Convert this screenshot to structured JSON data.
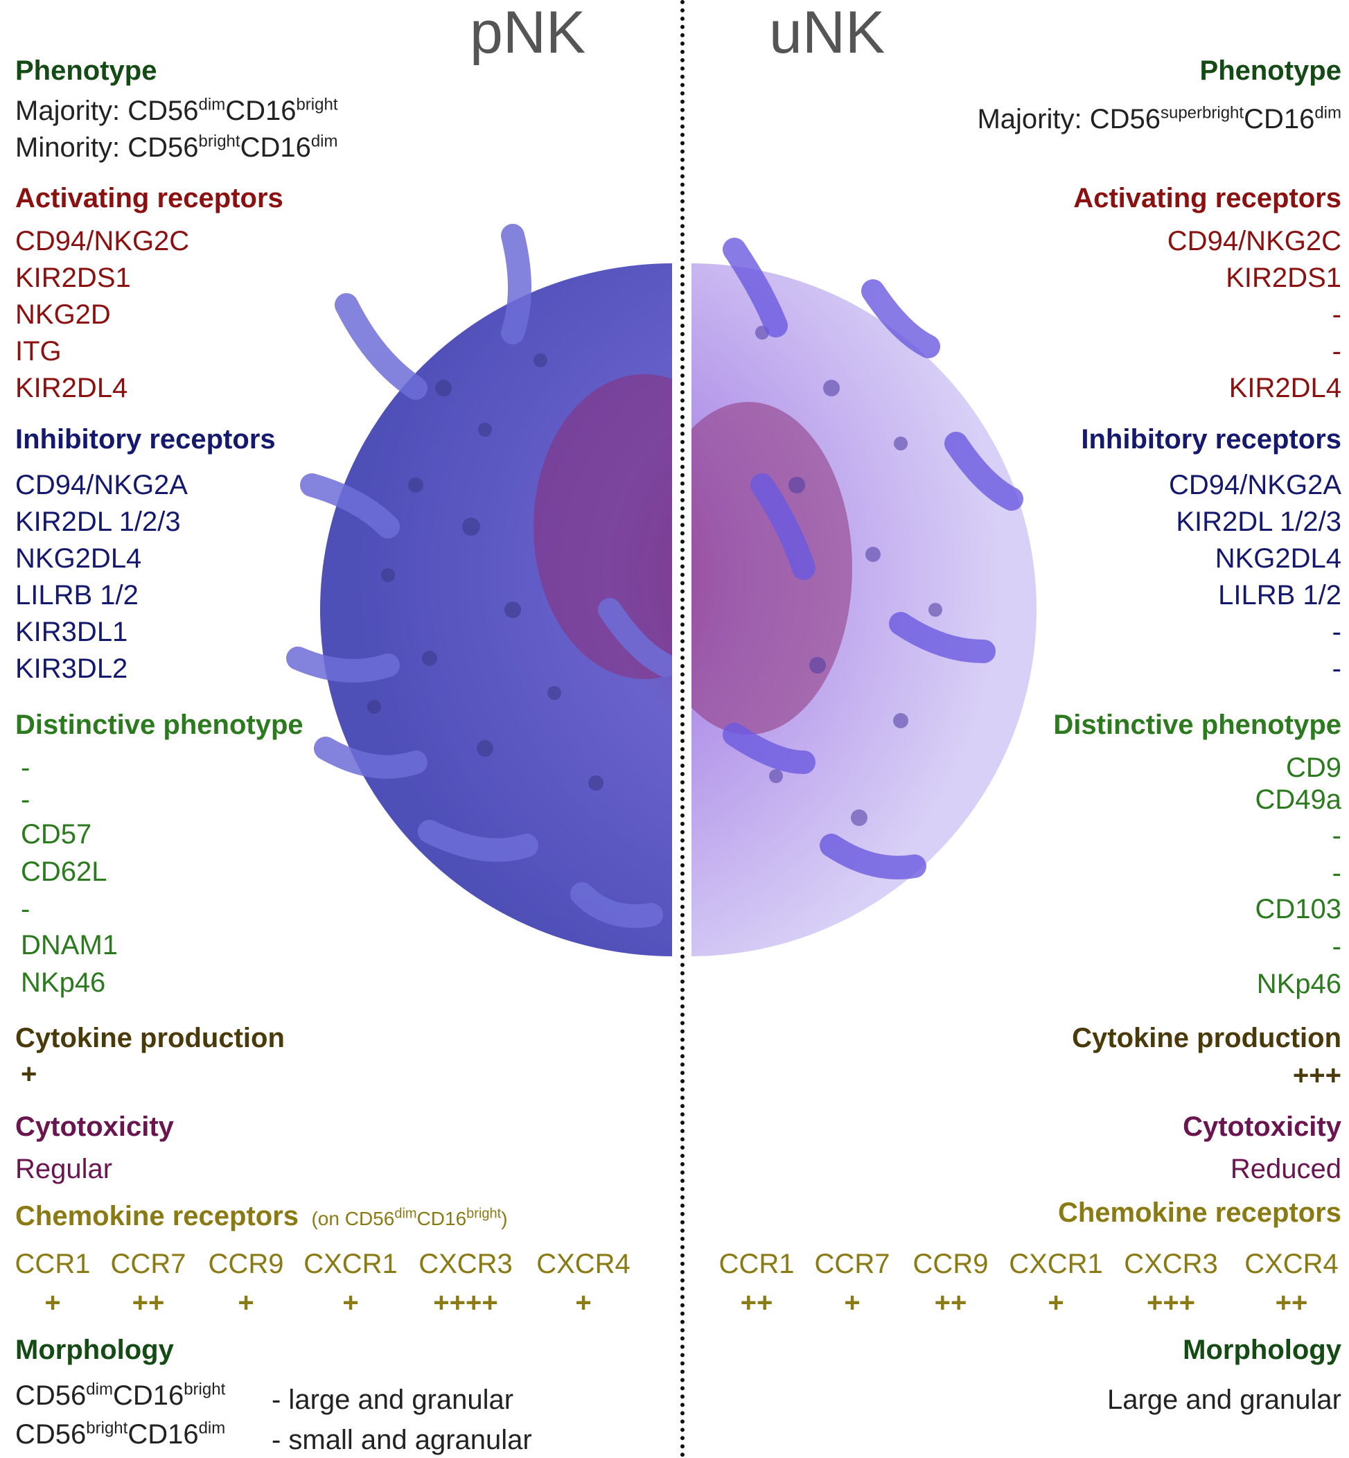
{
  "titles": {
    "left": "pNK",
    "right": "uNK"
  },
  "left": {
    "phenotype": {
      "header": "Phenotype",
      "majority_prefix": "Majority: CD56",
      "majority_sup1": "dim",
      "majority_mid": "CD16",
      "majority_sup2": "bright",
      "minority_prefix": "Minority: CD56",
      "minority_sup1": "bright",
      "minority_mid": "CD16",
      "minority_sup2": "dim"
    },
    "activating": {
      "header": "Activating receptors",
      "items": [
        "CD94/NKG2C",
        "KIR2DS1",
        "NKG2D",
        "ITG",
        "KIR2DL4"
      ]
    },
    "inhibitory": {
      "header": "Inhibitory receptors",
      "items": [
        "CD94/NKG2A",
        "KIR2DL 1/2/3",
        "NKG2DL4",
        "LILRB 1/2",
        "KIR3DL1",
        "KIR3DL2"
      ]
    },
    "distinctive": {
      "header": "Distinctive phenotype",
      "items": [
        "-",
        "-",
        "CD57",
        "CD62L",
        "-",
        "DNAM1",
        "NKp46"
      ]
    },
    "cytokine": {
      "header": "Cytokine production",
      "value": "+"
    },
    "cytotoxicity": {
      "header": "Cytotoxicity",
      "value": "Regular"
    },
    "chemokine": {
      "header": "Chemokine receptors",
      "note_open": "(on CD56",
      "note_sup1": "dim",
      "note_mid": "CD16",
      "note_sup2": "bright",
      "note_close": ")",
      "receptors": [
        "CCR1",
        "CCR7",
        "CCR9",
        "CXCR1",
        "CXCR3",
        "CXCR4"
      ],
      "levels": [
        "+",
        "++",
        "+",
        "+",
        "++++",
        "+"
      ]
    },
    "morphology": {
      "header": "Morphology",
      "row1_a": "CD56",
      "row1_sup1": "dim",
      "row1_b": "CD16",
      "row1_sup2": "bright",
      "row1_desc": "- large and granular",
      "row2_a": "CD56",
      "row2_sup1": "bright",
      "row2_b": "CD16",
      "row2_sup2": "dim",
      "row2_desc": "- small and agranular"
    }
  },
  "right": {
    "phenotype": {
      "header": "Phenotype",
      "majority_prefix": "Majority: CD56",
      "majority_sup1": "superbright",
      "majority_mid": "CD16",
      "majority_sup2": "dim"
    },
    "activating": {
      "header": "Activating receptors",
      "items": [
        "CD94/NKG2C",
        "KIR2DS1",
        "-",
        "-",
        "KIR2DL4"
      ]
    },
    "inhibitory": {
      "header": "Inhibitory receptors",
      "items": [
        "CD94/NKG2A",
        "KIR2DL 1/2/3",
        "NKG2DL4",
        "LILRB 1/2",
        "-",
        "-"
      ]
    },
    "distinctive": {
      "header": "Distinctive phenotype",
      "items": [
        "CD9",
        "CD49a",
        "-",
        "-",
        "CD103",
        "-",
        "NKp46"
      ]
    },
    "cytokine": {
      "header": "Cytokine production",
      "value": "+++"
    },
    "cytotoxicity": {
      "header": "Cytotoxicity",
      "value": "Reduced"
    },
    "chemokine": {
      "header": "Chemokine receptors",
      "receptors": [
        "CCR1",
        "CCR7",
        "CCR9",
        "CXCR1",
        "CXCR3",
        "CXCR4"
      ],
      "levels": [
        "++",
        "+",
        "++",
        "+",
        "+++",
        "++"
      ]
    },
    "morphology": {
      "header": "Morphology",
      "value": "Large and granular"
    }
  },
  "colors": {
    "phenotype": "#144a14",
    "activating": "#8b1010",
    "inhibitory": "#14196e",
    "distinctive": "#2b7a1e",
    "cytokine": "#4a3a0a",
    "cytotoxicity": "#6a1450",
    "chemokine": "#8a7a14",
    "cell_left": "#5a5ac8",
    "cell_right": "#a08ce6",
    "nucleus": "#8a2a70"
  }
}
